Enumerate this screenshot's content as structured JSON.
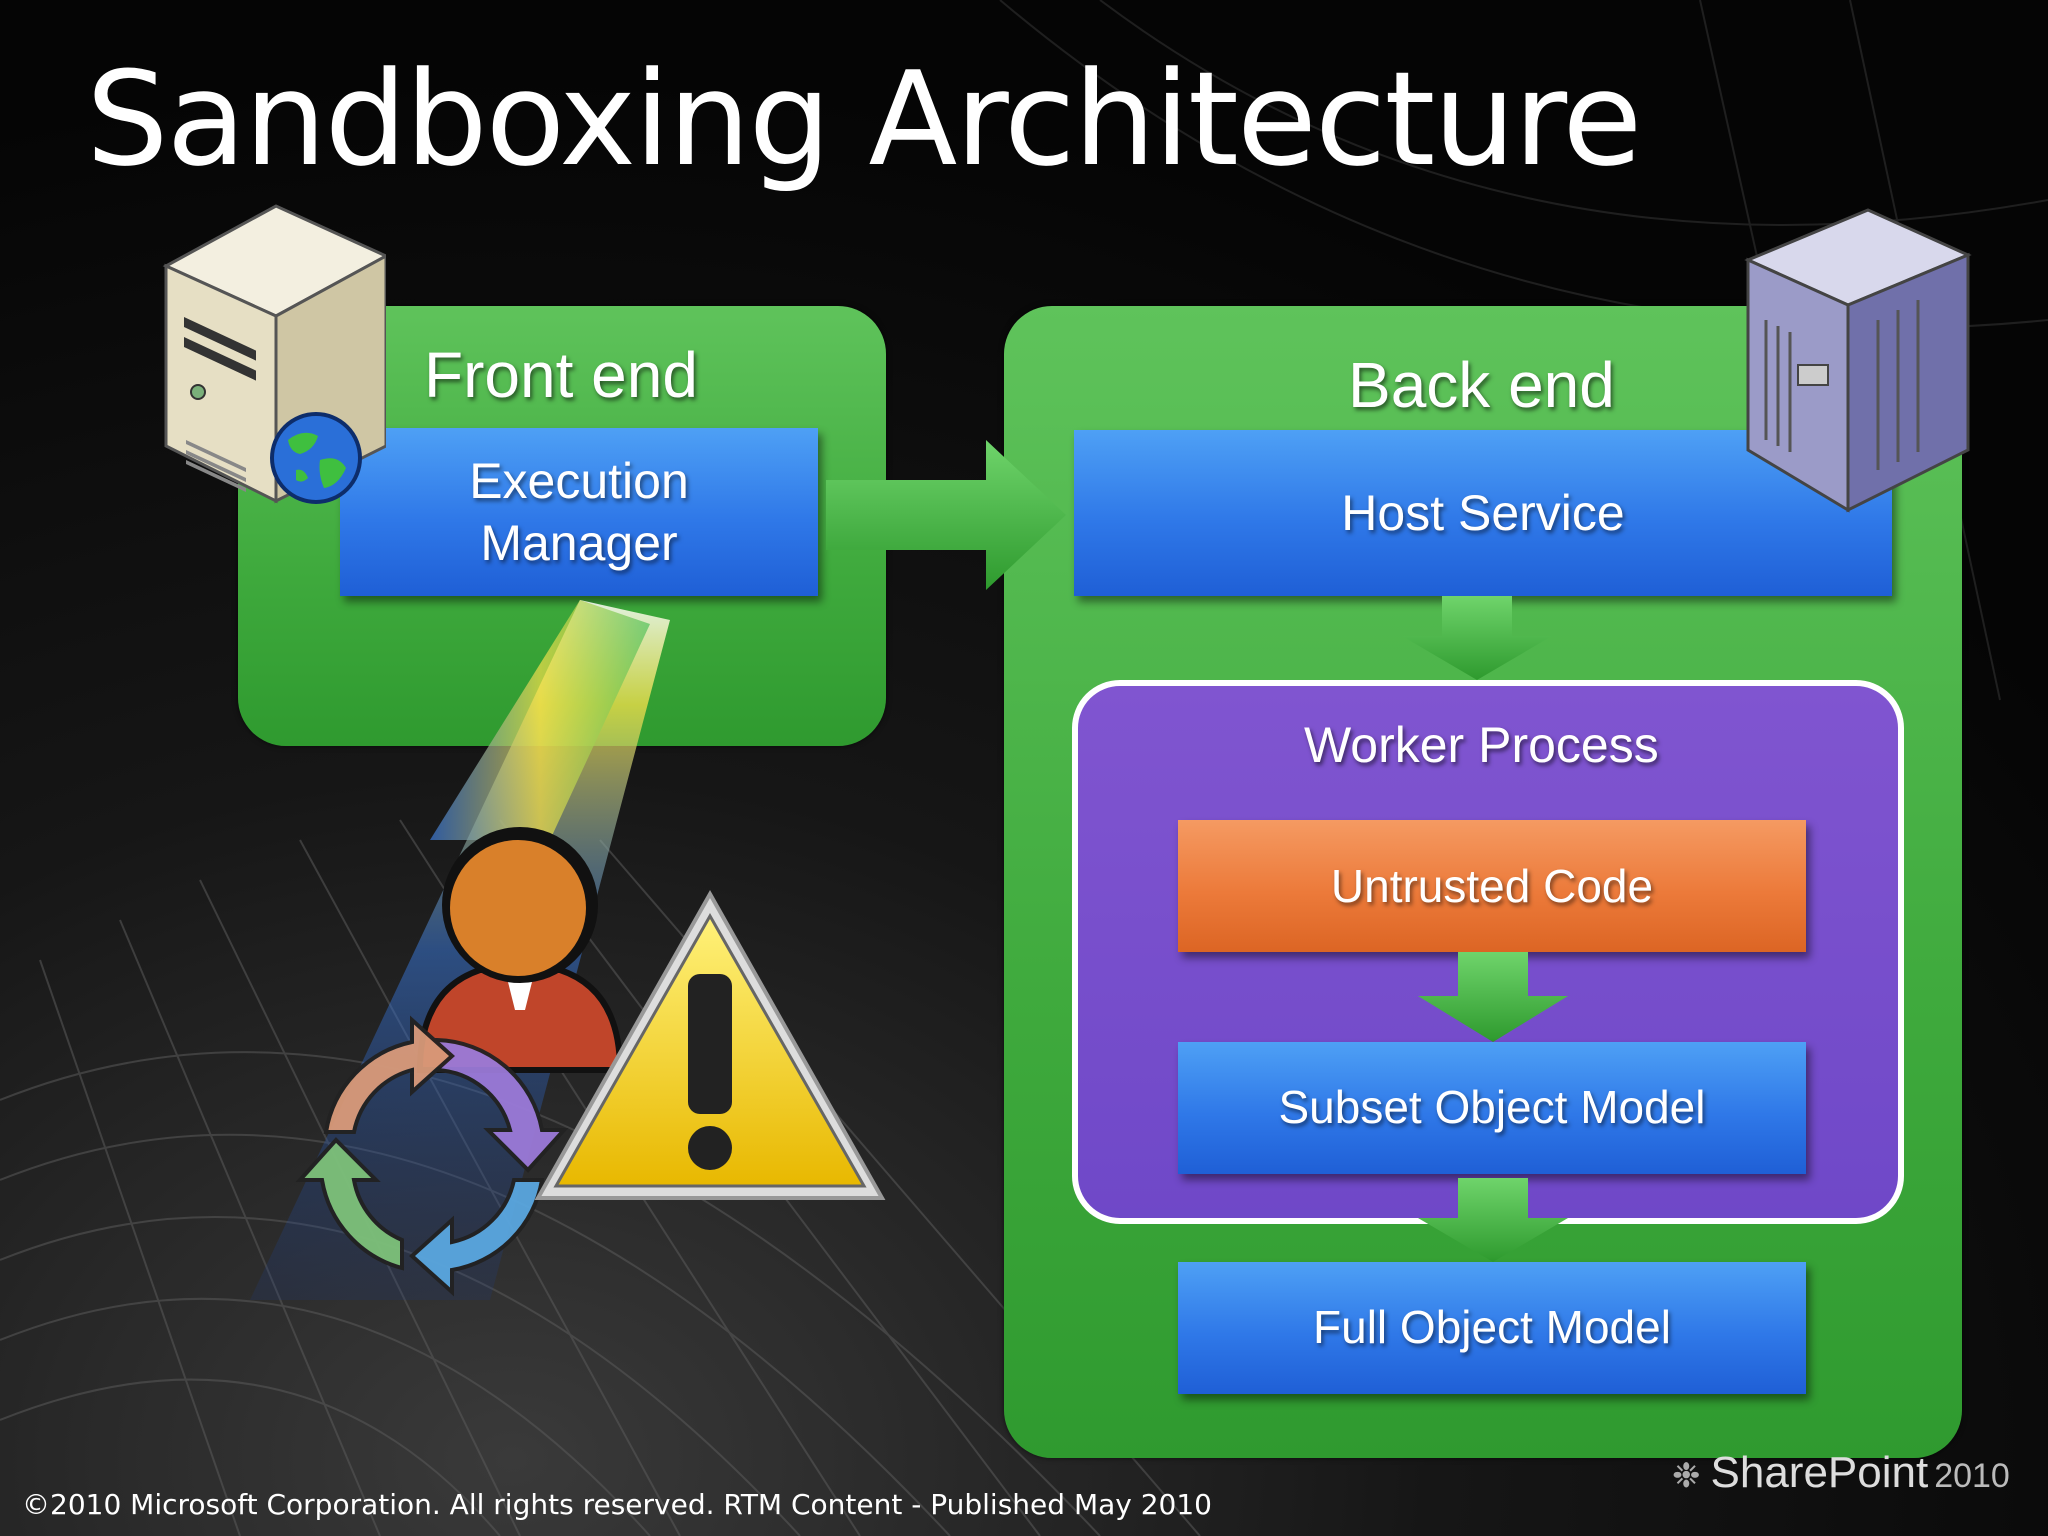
{
  "slide": {
    "title": "Sandboxing Architecture"
  },
  "front_end": {
    "label": "Front end",
    "execution_manager": "Execution Manager"
  },
  "back_end": {
    "label": "Back end",
    "host_service": "Host Service",
    "worker_process": {
      "label": "Worker Process",
      "untrusted_code": "Untrusted Code",
      "subset_object_model": "Subset Object Model"
    },
    "full_object_model": "Full Object Model"
  },
  "footer": {
    "copyright": "©2010 Microsoft Corporation. All rights reserved. RTM Content - Published May 2010",
    "brand": "SharePoint",
    "brand_year": "2010"
  },
  "icons": [
    "front-end-server-icon",
    "globe-icon",
    "back-end-server-icon",
    "user-icon",
    "warning-icon",
    "cycle-arrows-icon",
    "sharepoint-logo-icon"
  ],
  "colors": {
    "panel_green": "#4fb54b",
    "box_blue": "#2f78e8",
    "box_orange": "#ec7a3a",
    "worker_purple": "#7a50cc"
  }
}
